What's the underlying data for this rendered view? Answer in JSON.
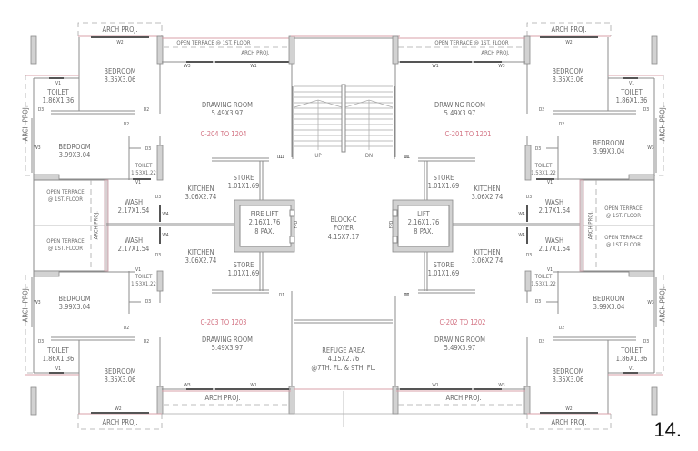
{
  "block": {
    "name": "BLOCK-C",
    "room": "FOYER",
    "size": "4.15X7.17"
  },
  "page_number": "14.",
  "colors": {
    "wall_gray": "#d2d2d2",
    "outline": "#8a8a8a",
    "pink_line": "#d8a0aa",
    "unit_label_red": "#d27080",
    "text": "#6a6a6a"
  },
  "units": {
    "top_left": {
      "code": "C-204 TO 1204"
    },
    "top_right": {
      "code": "C-201 TO 1201"
    },
    "bottom_left": {
      "code": "C-203 TO 1203"
    },
    "bottom_right": {
      "code": "C-202 TO 1202"
    }
  },
  "rooms": {
    "drawing_room": {
      "name": "DRAWING ROOM",
      "size": "5.49X3.97"
    },
    "bedroom_a": {
      "name": "BEDROOM",
      "size": "3.35X3.06"
    },
    "bedroom_b": {
      "name": "BEDROOM",
      "size": "3.99X3.04"
    },
    "toilet_a": {
      "name": "TOILET",
      "size": "1.86X1.36"
    },
    "toilet_b": {
      "name": "TOILET",
      "size": "1.53X1.22"
    },
    "kitchen": {
      "name": "KITCHEN",
      "size": "3.06X2.74"
    },
    "store": {
      "name": "STORE",
      "size": "1.01X1.69"
    },
    "wash": {
      "name": "WASH",
      "size": "2.17X1.54"
    },
    "open_terrace": {
      "line1": "OPEN TERRACE",
      "line2": "@ 1ST. FLOOR"
    },
    "open_terrace_top": "OPEN TERRACE @ 1ST. FLOOR",
    "fire_lift": {
      "name": "FIRE LIFT",
      "size": "2.16X1.76",
      "cap": "8 PAX."
    },
    "lift": {
      "name": "LIFT",
      "size": "2.16X1.76",
      "cap": "8 PAX."
    },
    "refuge": {
      "name": "REFUGE AREA",
      "size": "4.15X2.76",
      "note": "@7TH. FL. & 9TH. FL."
    }
  },
  "labels": {
    "arch_proj": "ARCH PROJ.",
    "up": "UP",
    "dn": "DN",
    "fpd": "FPD",
    "d1": "D1",
    "d2": "D2",
    "d3": "D3",
    "w1": "W1",
    "w2": "W2",
    "w3": "W3",
    "w4": "W4",
    "v1": "V1"
  }
}
